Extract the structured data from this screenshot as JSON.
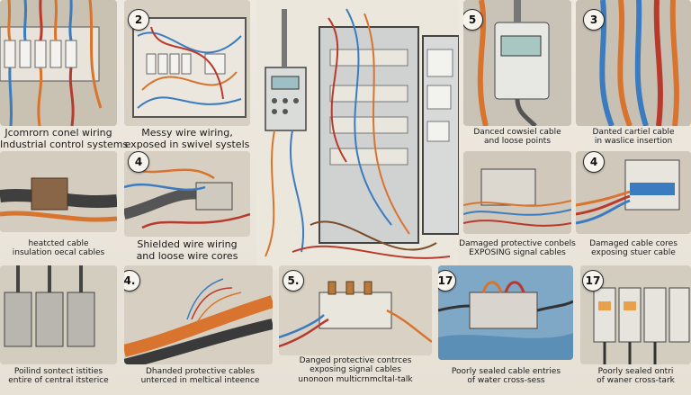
{
  "colors": {
    "wire_orange": "#d8742e",
    "wire_blue": "#3b7bbf",
    "wire_red": "#b83a2c",
    "panel_gray": "#bdb7ab",
    "cabinet_gray": "#cfd2d1"
  },
  "badges": {
    "b1": "2",
    "b2": "5",
    "b3": "3",
    "b4": "4",
    "b5": "4",
    "b6": "4.",
    "b7": "5.",
    "b8": "17",
    "b9": "17"
  },
  "captions": {
    "c1": {
      "l1": "Jcomrorn conel wiring",
      "l2": "Industrial control systems"
    },
    "c2": {
      "l1": "Messy wire wiring,",
      "l2": "exposed in swivel systels"
    },
    "c3": {
      "l1": "Danced cowsiel cable",
      "l2": "and loose points"
    },
    "c4": {
      "l1": "Danted cartiel cable",
      "l2": "in waslice insertion"
    },
    "c5": {
      "l1": "heatcted cable",
      "l2": "insulation oecal cables"
    },
    "c6": {
      "l1": "Shielded wire wiring",
      "l2": "and loose wire cores"
    },
    "c7": {
      "l1": "Damaged protective conbels",
      "l2": "EXPOSING signal cables"
    },
    "c8": {
      "l1": "Damaged cable cores",
      "l2": "exposing stuer cable"
    },
    "c9": {
      "l1": "Poilind sontect istities",
      "l2": "entire of central itsterice"
    },
    "c10": {
      "l1": "Dhanded protective cables",
      "l2": "unterced in meltical inteence"
    },
    "c11": {
      "l1": "Danged protective contrces",
      "l2": "exposing signal cables",
      "l3": "unonoon multicrnmcltal-talk"
    },
    "c12": {
      "l1": "Poorly sealed cable entries",
      "l2": "of water cross-sess"
    },
    "c13": {
      "l1": "Poorly sealed ontri",
      "l2": "of waner cross-tark"
    }
  }
}
